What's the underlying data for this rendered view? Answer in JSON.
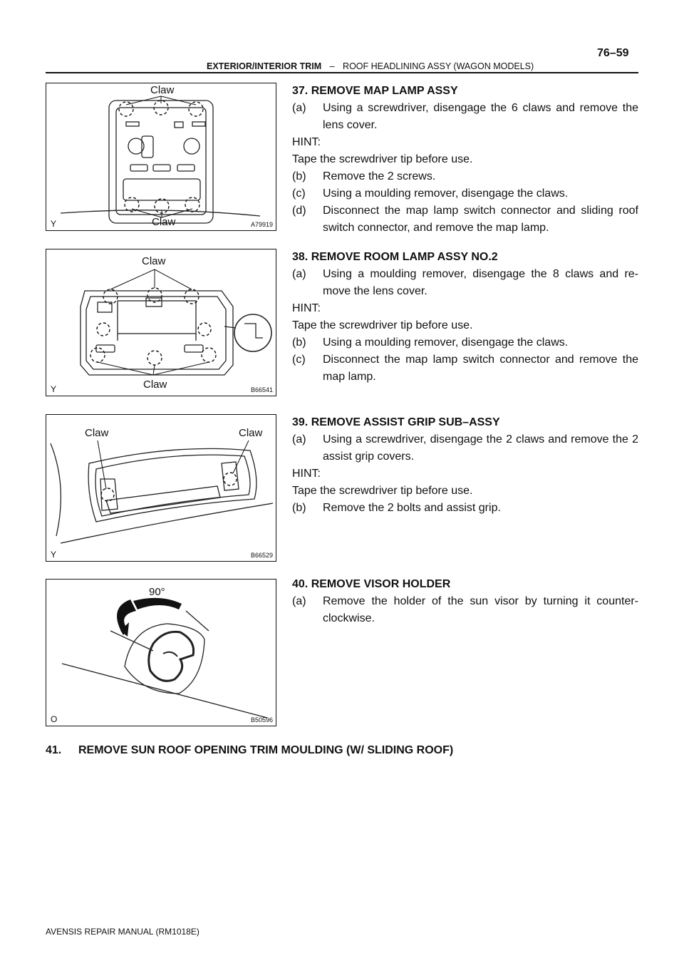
{
  "header": {
    "section": "EXTERIOR/INTERIOR TRIM",
    "dash": "–",
    "subsection": "ROOF HEADLINING ASSY (WAGON MODELS)",
    "page_number": "76–59"
  },
  "figures": [
    {
      "code": "A79919",
      "mark": "Y",
      "labels": [
        "Claw",
        "Claw"
      ]
    },
    {
      "code": "B66541",
      "mark": "Y",
      "labels": [
        "Claw",
        "Claw"
      ]
    },
    {
      "code": "B66529",
      "mark": "Y",
      "labels": [
        "Claw",
        "Claw"
      ]
    },
    {
      "code": "B50596",
      "mark": "O",
      "labels": [
        "90°"
      ]
    }
  ],
  "steps": [
    {
      "heading": "37.   REMOVE MAP LAMP ASSY",
      "items": [
        {
          "label": "(a)",
          "text": "Using a screwdriver, disengage the 6 claws and remove the lens cover."
        },
        {
          "hint": "HINT:",
          "note": "Tape the screwdriver tip before use."
        },
        {
          "label": "(b)",
          "text": "Remove the 2 screws."
        },
        {
          "label": "(c)",
          "text": "Using a moulding remover, disengage the claws."
        },
        {
          "label": "(d)",
          "text": "Disconnect the map lamp switch connector and sliding roof switch connector, and remove the map lamp."
        }
      ]
    },
    {
      "heading": "38.   REMOVE ROOM LAMP ASSY NO.2",
      "items": [
        {
          "label": "(a)",
          "text": "Using a moulding remover, disengage the 8 claws and re- move the lens cover."
        },
        {
          "hint": "HINT:",
          "note": "Tape the screwdriver tip before use."
        },
        {
          "label": "(b)",
          "text": "Using a moulding remover, disengage the claws."
        },
        {
          "label": "(c)",
          "text": "Disconnect the map lamp switch connector and remove the map lamp."
        }
      ]
    },
    {
      "heading": "39.   REMOVE ASSIST GRIP SUB–ASSY",
      "items": [
        {
          "label": "(a)",
          "text": "Using a screwdriver, disengage the 2 claws and remove the 2 assist grip covers."
        },
        {
          "hint": "HINT:",
          "note": "Tape the screwdriver tip before use."
        },
        {
          "label": "(b)",
          "text": "Remove the 2 bolts and assist grip."
        }
      ]
    },
    {
      "heading": "40.   REMOVE VISOR HOLDER",
      "items": [
        {
          "label": "(a)",
          "text": "Remove the holder of the sun visor by turning it counter- clockwise."
        }
      ]
    }
  ],
  "step41": {
    "number": "41.",
    "text": "REMOVE SUN ROOF OPENING TRIM MOULDING (W/ SLIDING ROOF)"
  },
  "footer": "AVENSIS REPAIR MANUAL   (RM1018E)"
}
